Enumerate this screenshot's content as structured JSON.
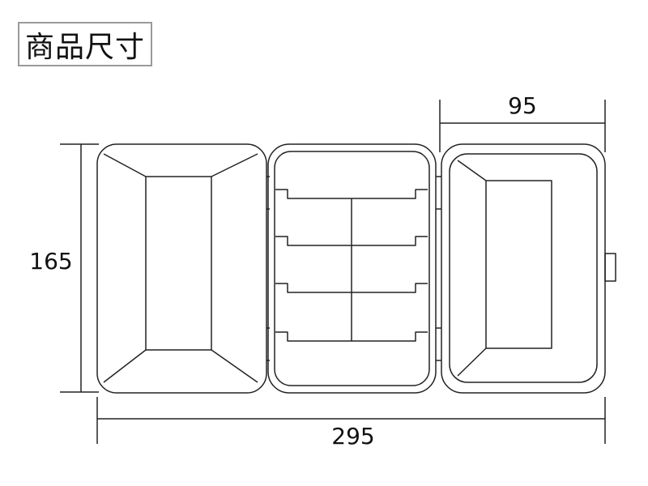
{
  "title": "商品尺寸",
  "dimensions": {
    "width_total": "295",
    "width_section": "95",
    "height": "165"
  }
}
